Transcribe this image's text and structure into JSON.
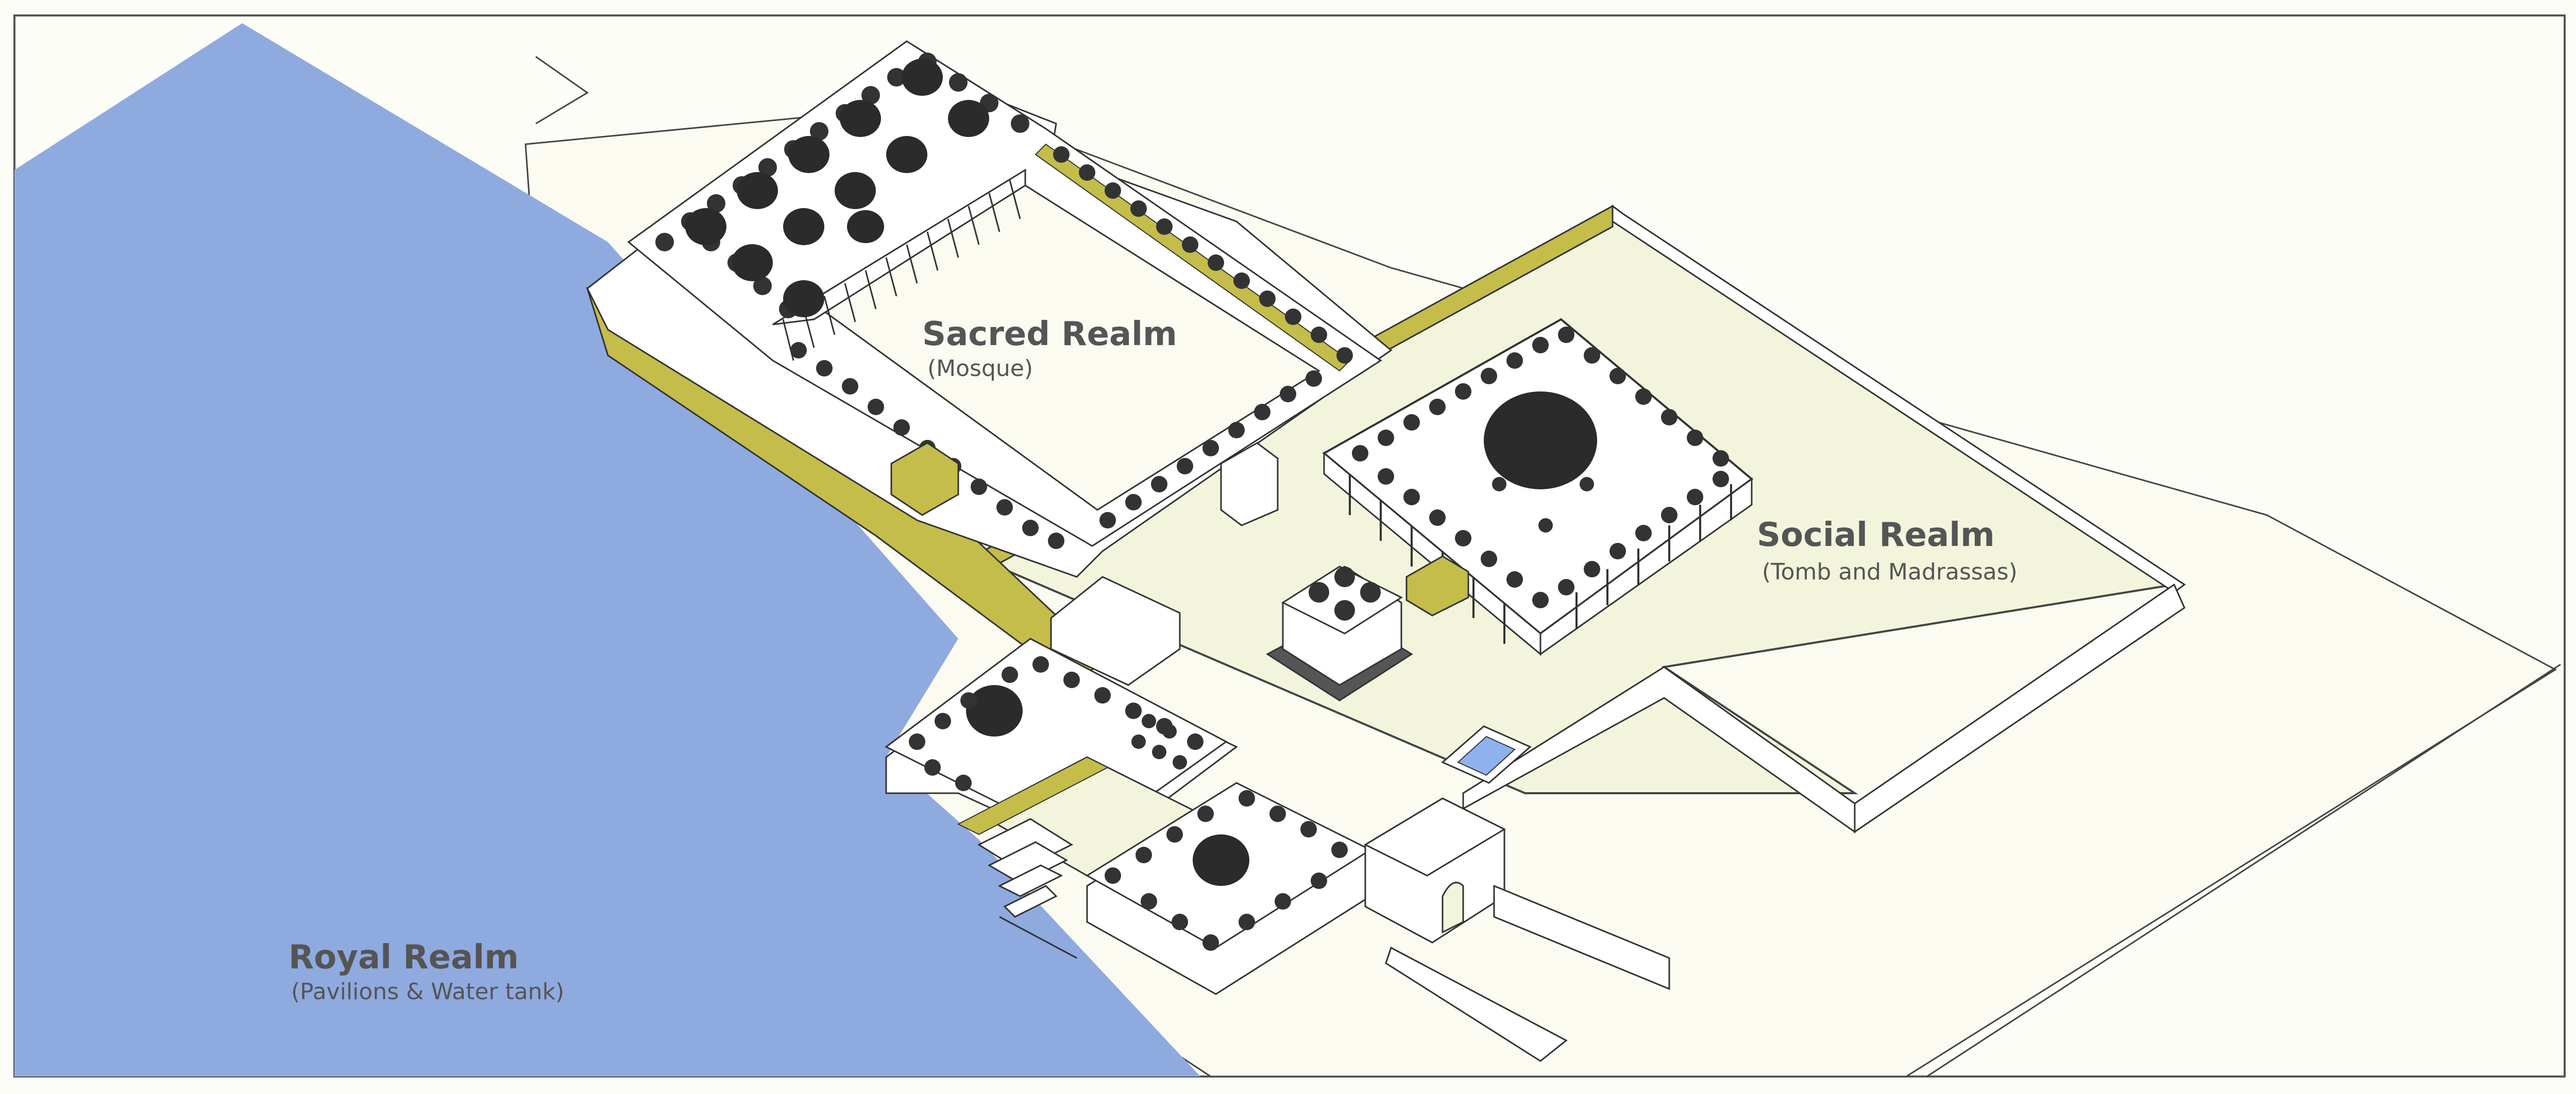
{
  "colors": {
    "water": "#8faadf",
    "paper": "#fdfdf8",
    "ground": "#fbfbf2",
    "courtyard": "#f3f4dc",
    "olive_wall": "#c4bd4a",
    "outline": "#333333",
    "tree": "#333333",
    "dome": "#2b2b2b",
    "roof": "#ffffff",
    "pool": "#8fb2ee",
    "label": "#555555"
  },
  "realms": [
    {
      "id": "sacred",
      "title": "Sacred Realm",
      "subtitle": "(Mosque)"
    },
    {
      "id": "social",
      "title": "Social Realm",
      "subtitle": "(Tomb and Madrassas)"
    },
    {
      "id": "royal",
      "title": "Royal Realm",
      "subtitle": "(Pavilions & Water tank)"
    }
  ]
}
